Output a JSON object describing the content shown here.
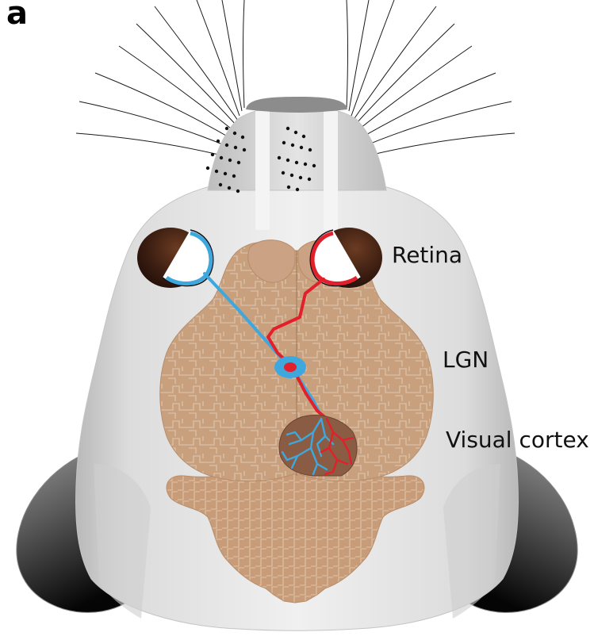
{
  "figure": {
    "panel_letter": "a",
    "labels": {
      "retina": "Retina",
      "lgn": "LGN",
      "visual_cortex": "Visual cortex"
    }
  },
  "colors": {
    "head_light": "#ededed",
    "head_mid": "#d6d6d6",
    "head_outline": "#c4c4c4",
    "brain": "#c9a07e",
    "brain_grid": "#e1c8b1",
    "eye": "#3e1f12",
    "left_eye_pathway": "#3ea7de",
    "right_eye_pathway": "#e2202b",
    "ear_dark": "#0d0d0d",
    "whisker": "#1a1a1a"
  },
  "icons": {
    "mouse_head": "mouse-head-illustration",
    "brain": "brain-illustration"
  }
}
